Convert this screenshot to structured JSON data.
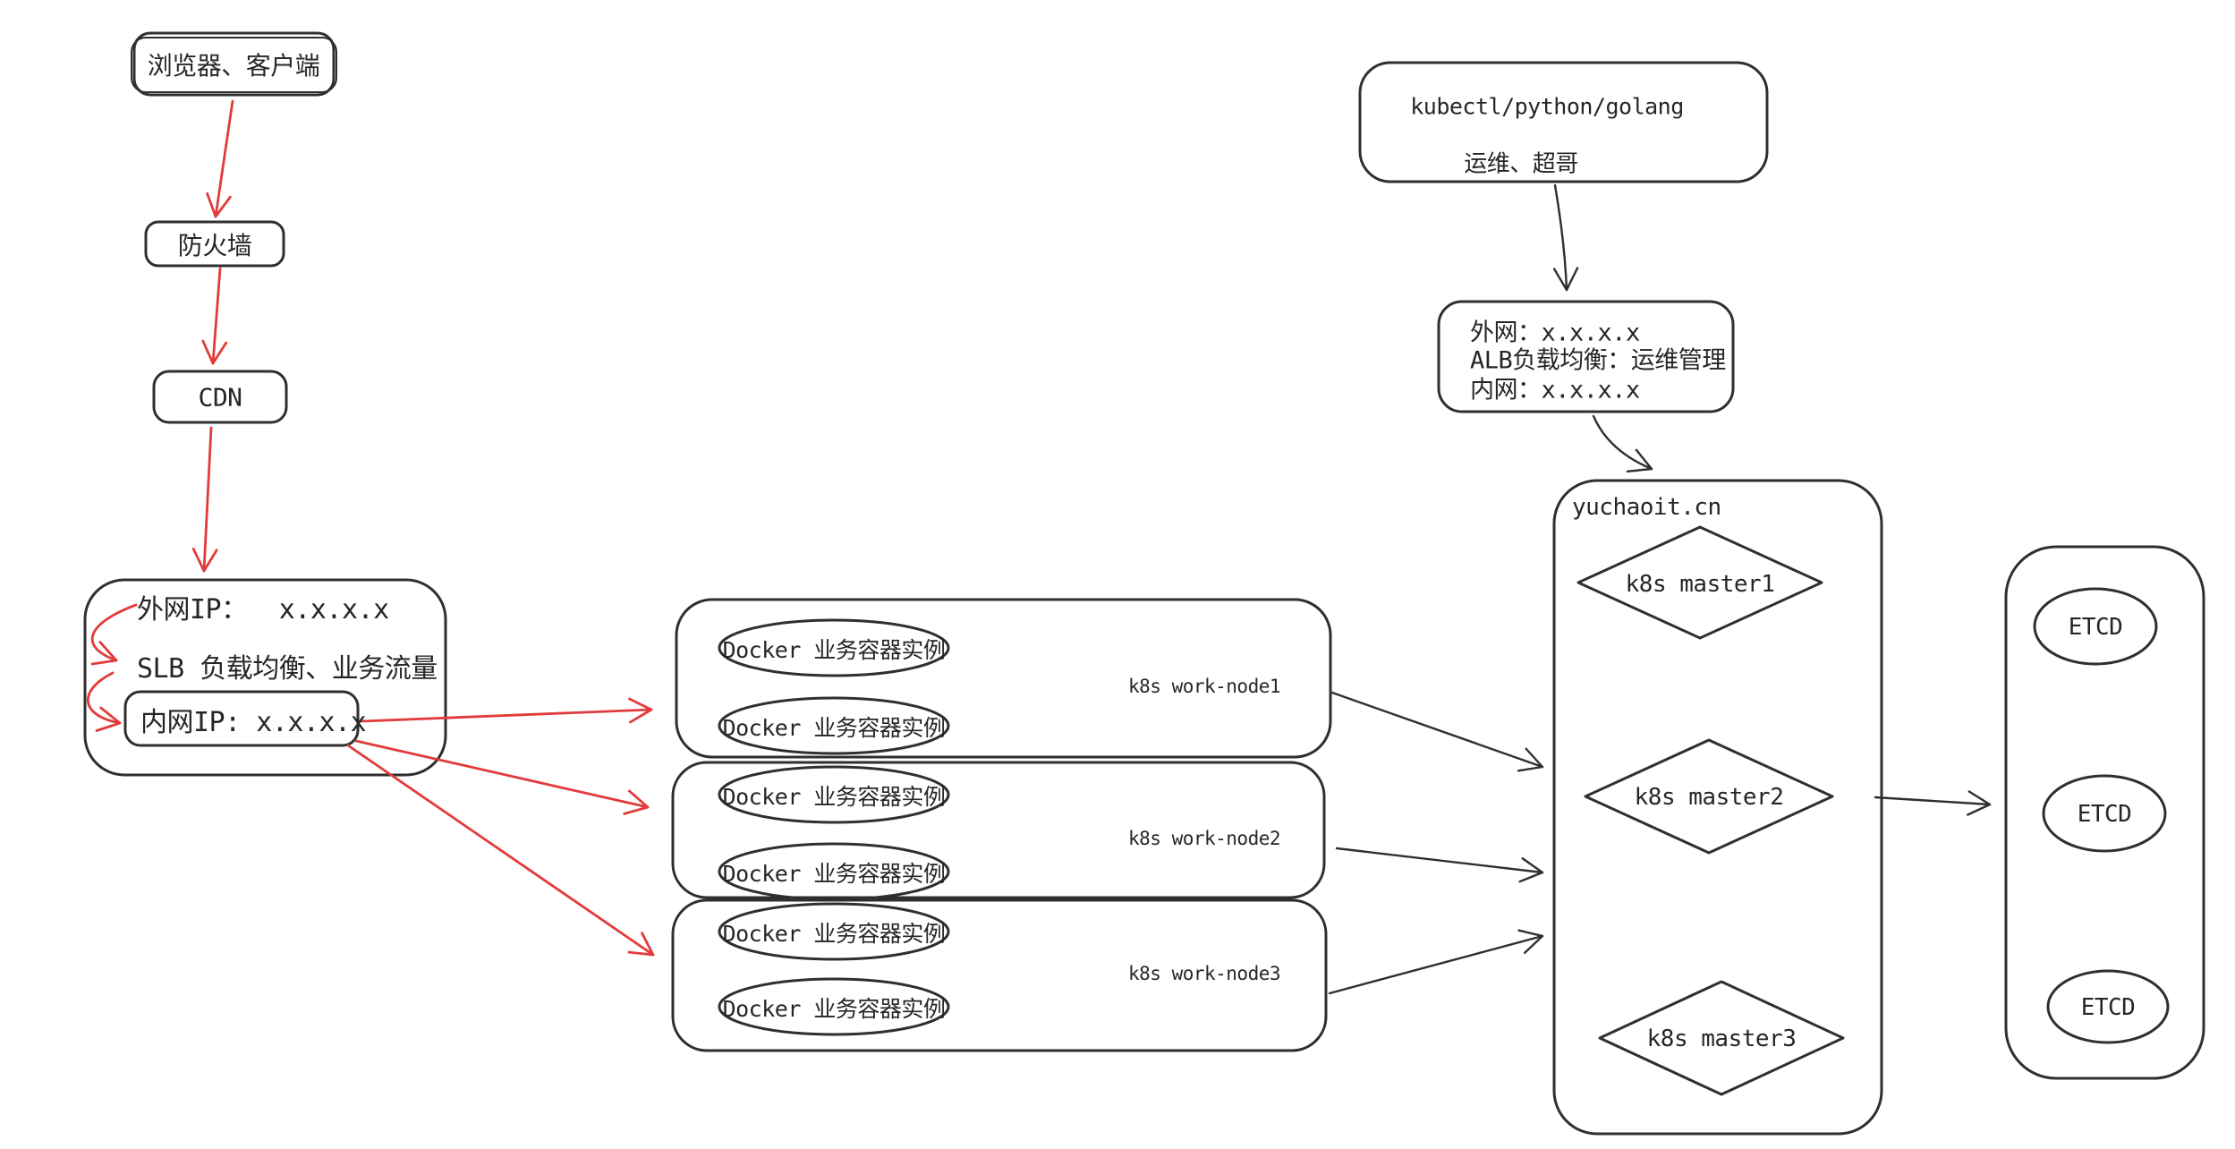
{
  "diagram": {
    "colors": {
      "stroke": "#2f2f2f",
      "arrow_red": "#e23b3b",
      "background": "#ffffff"
    },
    "client_flow": {
      "browser": "浏览器、客户端",
      "firewall": "防火墙",
      "cdn": "CDN",
      "slb": {
        "line1": "外网IP：  x.x.x.x",
        "line2": "SLB 负载均衡、业务流量",
        "inner_ip": "内网IP: x.x.x.x"
      }
    },
    "ops_flow": {
      "tools": "kubectl/python/golang",
      "team": "运维、超哥",
      "alb": {
        "line1": "外网：x.x.x.x",
        "line2": "ALB负载均衡：运维管理",
        "line3": "内网：x.x.x.x"
      }
    },
    "workers": [
      {
        "label": "k8s work-node1",
        "containers": [
          "Docker 业务容器实例",
          "Docker 业务容器实例"
        ]
      },
      {
        "label": "k8s work-node2",
        "containers": [
          "Docker 业务容器实例",
          "Docker 业务容器实例"
        ]
      },
      {
        "label": "k8s work-node3",
        "containers": [
          "Docker 业务容器实例",
          "Docker 业务容器实例"
        ]
      }
    ],
    "cluster": {
      "title": "yuchaoit.cn",
      "masters": [
        "k8s master1",
        "k8s master2",
        "k8s master3"
      ]
    },
    "etcd": {
      "nodes": [
        "ETCD",
        "ETCD",
        "ETCD"
      ]
    }
  }
}
